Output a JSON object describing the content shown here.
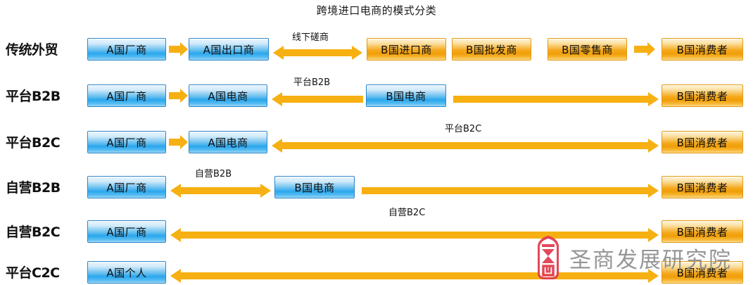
{
  "title": "跨境进口电商的模式分类",
  "colors": {
    "arrow": "#f6b012",
    "blue_node_border": "#2e86c8",
    "orange_node_border": "#e09b12",
    "label_text": "#101010",
    "watermark_text": "#8e8e8e",
    "watermark_logo": "#e03a4e"
  },
  "rows": [
    {
      "label": "传统外贸",
      "nodes": [
        {
          "text": "A国厂商",
          "style": "blue"
        },
        {
          "text": "A国出口商",
          "style": "blue"
        },
        {
          "text": "B国进口商",
          "style": "orange"
        },
        {
          "text": "B国批发商",
          "style": "orange"
        },
        {
          "text": "B国零售商",
          "style": "orange"
        },
        {
          "text": "B国消费者",
          "style": "orange"
        }
      ],
      "arrow_labels": [
        "线下磋商"
      ]
    },
    {
      "label": "平台B2B",
      "nodes": [
        {
          "text": "A国厂商",
          "style": "blue"
        },
        {
          "text": "A国电商",
          "style": "blue"
        },
        {
          "text": "B国电商",
          "style": "blue"
        },
        {
          "text": "B国消费者",
          "style": "orange"
        }
      ],
      "arrow_labels": [
        "平台B2B"
      ]
    },
    {
      "label": "平台B2C",
      "nodes": [
        {
          "text": "A国厂商",
          "style": "blue"
        },
        {
          "text": "A国电商",
          "style": "blue"
        },
        {
          "text": "B国消费者",
          "style": "orange"
        }
      ],
      "arrow_labels": [
        "平台B2C"
      ]
    },
    {
      "label": "自营B2B",
      "nodes": [
        {
          "text": "A国厂商",
          "style": "blue"
        },
        {
          "text": "B国电商",
          "style": "blue"
        },
        {
          "text": "B国消费者",
          "style": "orange"
        }
      ],
      "arrow_labels": [
        "自营B2B"
      ]
    },
    {
      "label": "自营B2C",
      "nodes": [
        {
          "text": "A国厂商",
          "style": "blue"
        },
        {
          "text": "B国消费者",
          "style": "orange"
        }
      ],
      "arrow_labels": [
        "自营B2C"
      ]
    },
    {
      "label": "平台C2C",
      "nodes": [
        {
          "text": "A国个人",
          "style": "blue"
        },
        {
          "text": "B国消费者",
          "style": "orange"
        }
      ],
      "arrow_labels": []
    }
  ],
  "watermark": {
    "text": "圣商发展研究院",
    "logo_name": "sheng-shang-seal-logo"
  }
}
